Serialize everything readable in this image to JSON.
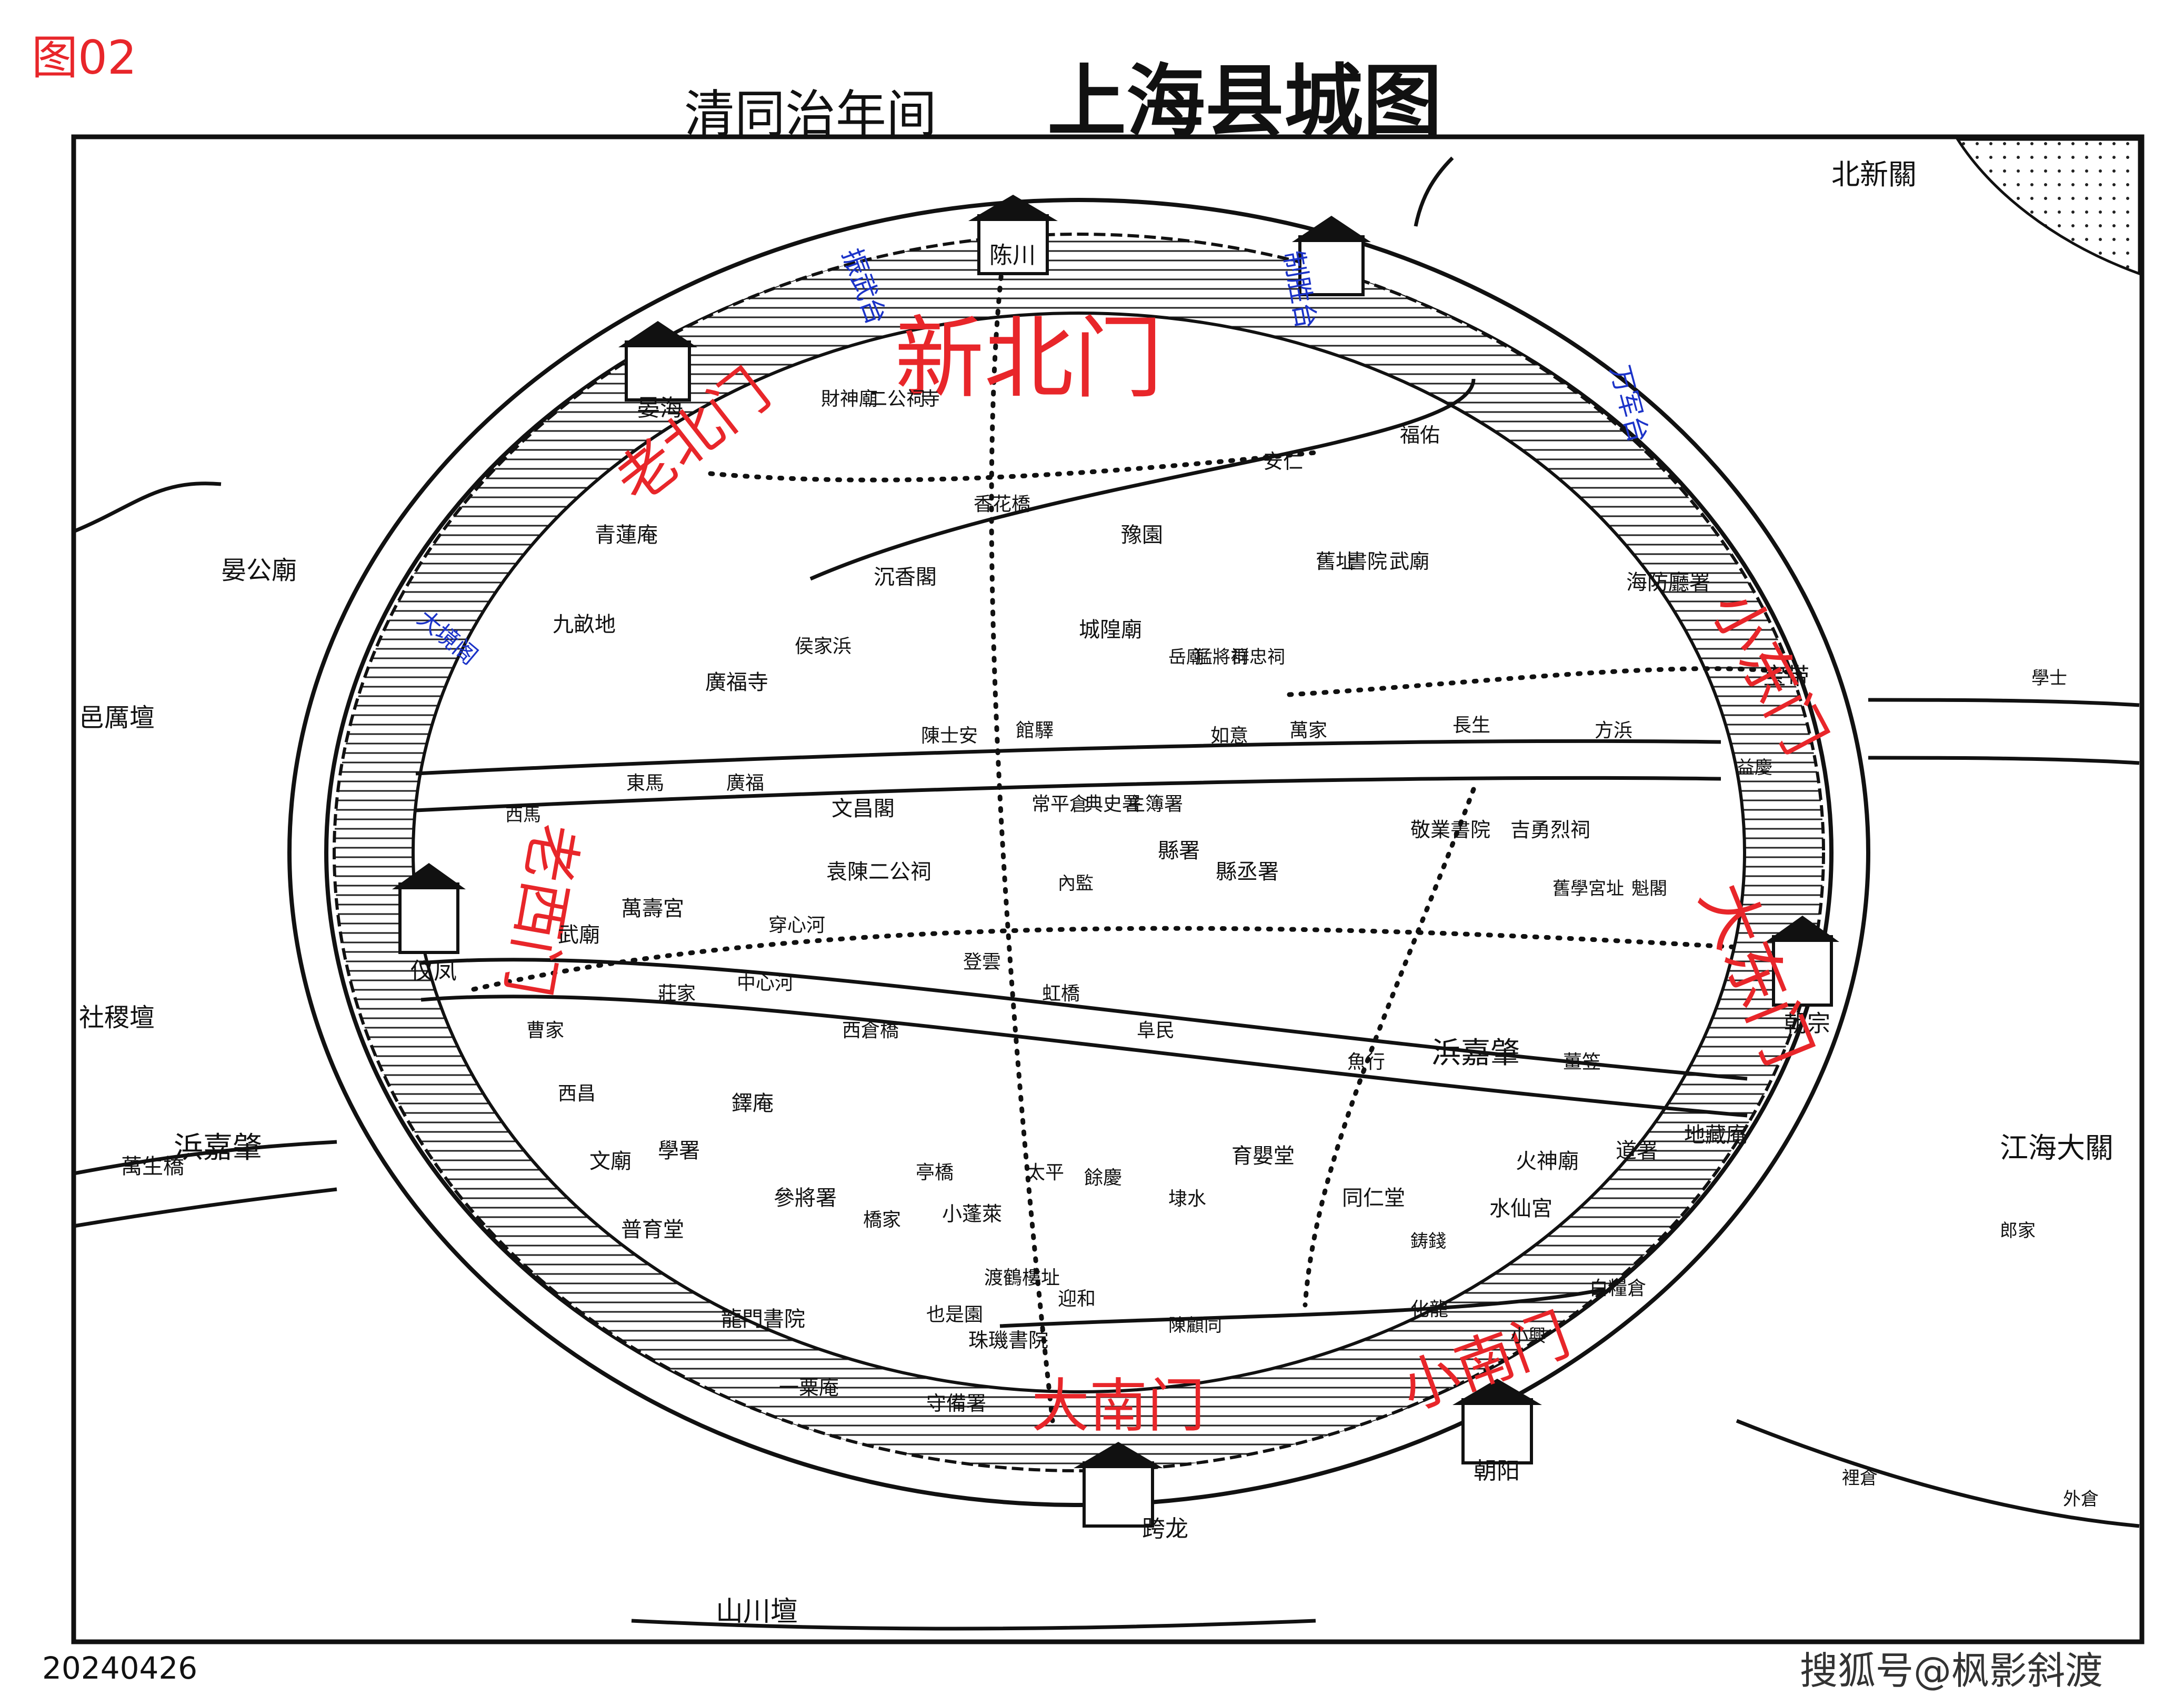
{
  "figure_label": "图02",
  "map_title_prefix": "清同治年间",
  "map_title_main": "上海县城图",
  "date_stamp": "20240426",
  "watermark": "搜狐号@枫影斜渡",
  "gate_annotations": {
    "new_north": "新北门",
    "old_north": "老北门",
    "small_east": "小东门",
    "big_east": "大东门",
    "old_west": "老西门",
    "big_south": "大南门",
    "small_south": "小南门"
  },
  "tower_annotations": {
    "zhenwu": "振武台",
    "zhisheng": "制胜台",
    "wanjun": "万军台",
    "dajing": "大境阁"
  },
  "gate_names": {
    "north": "晏海",
    "yi_feng": "仪凤",
    "chen_chuan": "陈川",
    "bao_dai": "宝带",
    "chao_zong": "朝宗",
    "kua_long": "跨龙",
    "chao_yang": "朝阳"
  },
  "place_labels": [
    "北新關",
    "江海大關",
    "晏公廟",
    "邑厲壇",
    "社稷壇",
    "山川壇",
    "萬生橋",
    "浜嘉肇",
    "青蓮庵",
    "九畝地",
    "廣福寺",
    "沉香閣",
    "侯家浜",
    "香花橋",
    "財神廟",
    "二公祠",
    "寺",
    "豫園",
    "安仁",
    "福佑",
    "武廟",
    "書院",
    "舊址",
    "海防廳署",
    "城隍廟",
    "岳廟",
    "猛將祠",
    "群忠祠",
    "陳士安",
    "館驛",
    "如意",
    "萬家",
    "長生",
    "方浜",
    "益慶",
    "東馬",
    "廣福",
    "文昌閣",
    "常平倉",
    "典史署",
    "主簿署",
    "縣署",
    "縣丞署",
    "內監",
    "袁陳二公祠",
    "敬業書院",
    "吉勇烈祠",
    "舊學宮址",
    "魁閣",
    "西馬",
    "萬壽宮",
    "武廟",
    "穿心河",
    "中心河",
    "莊家",
    "登雲",
    "虹橋",
    "阜民",
    "曹家",
    "西倉橋",
    "西昌",
    "鐸庵",
    "學署",
    "文廟",
    "參將署",
    "普育堂",
    "亭橋",
    "橋家",
    "太平",
    "餘慶",
    "小蓬萊",
    "渡鶴樓址",
    "育嬰堂",
    "水仙宮",
    "同仁堂",
    "埭水",
    "火神廟",
    "道署",
    "地藏庵",
    "魚行",
    "浜嘉肇",
    "薑笠",
    "化龍",
    "鋳錢",
    "白糧倉",
    "龍門書院",
    "也是園",
    "珠璣書院",
    "迎和",
    "陳顧同",
    "守備署",
    "一粟庵",
    "小興",
    "外倉",
    "裡倉",
    "學士",
    "郎家"
  ],
  "colors": {
    "annotation_red": "#e8262a",
    "annotation_blue": "#1b33c8",
    "ink": "#111111",
    "paper": "#ffffff"
  }
}
